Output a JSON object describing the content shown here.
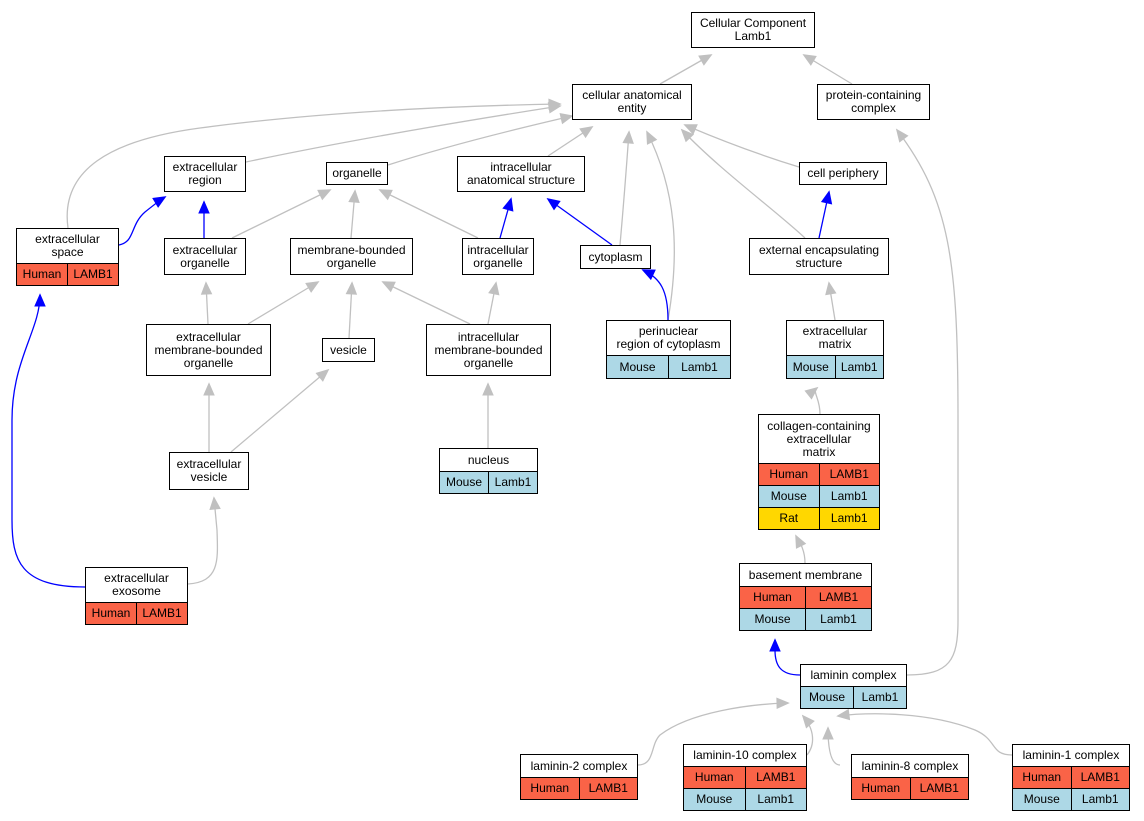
{
  "colors": {
    "edge_gray": "#c0c0c0",
    "edge_blue": "#0000ff",
    "human": "#fa6347",
    "mouse": "#add8e6",
    "rat": "#ffd700"
  },
  "nodes": {
    "root": {
      "title": "Cellular Component\nLamb1",
      "rows": []
    },
    "cae": {
      "title": "cellular anatomical\nentity",
      "rows": []
    },
    "pcc": {
      "title": "protein-containing\ncomplex",
      "rows": []
    },
    "exreg": {
      "title": "extracellular\nregion",
      "rows": []
    },
    "organelle": {
      "title": "organelle",
      "rows": []
    },
    "ias": {
      "title": "intracellular\nanatomical structure",
      "rows": []
    },
    "cellper": {
      "title": "cell periphery",
      "rows": []
    },
    "exspace": {
      "title": "extracellular\nspace",
      "rows": [
        {
          "species": "Human",
          "gene": "LAMB1",
          "color": "human"
        }
      ]
    },
    "exorg": {
      "title": "extracellular\norganelle",
      "rows": []
    },
    "mbo": {
      "title": "membrane-bounded\norganelle",
      "rows": []
    },
    "intorg": {
      "title": "intracellular\norganelle",
      "rows": []
    },
    "cytoplasm": {
      "title": "cytoplasm",
      "rows": []
    },
    "ees": {
      "title": "external encapsulating\nstructure",
      "rows": []
    },
    "exmbo": {
      "title": "extracellular\nmembrane-bounded\norganelle",
      "rows": []
    },
    "vesicle": {
      "title": "vesicle",
      "rows": []
    },
    "intmbo": {
      "title": "intracellular\nmembrane-bounded\norganelle",
      "rows": []
    },
    "perinuc": {
      "title": "perinuclear\nregion of cytoplasm",
      "rows": [
        {
          "species": "Mouse",
          "gene": "Lamb1",
          "color": "mouse"
        }
      ]
    },
    "exmatrix": {
      "title": "extracellular\nmatrix",
      "rows": [
        {
          "species": "Mouse",
          "gene": "Lamb1",
          "color": "mouse"
        }
      ]
    },
    "exves": {
      "title": "extracellular\nvesicle",
      "rows": []
    },
    "nucleus": {
      "title": "nucleus",
      "rows": [
        {
          "species": "Mouse",
          "gene": "Lamb1",
          "color": "mouse"
        }
      ]
    },
    "ccem": {
      "title": "collagen-containing\nextracellular\nmatrix",
      "rows": [
        {
          "species": "Human",
          "gene": "LAMB1",
          "color": "human"
        },
        {
          "species": "Mouse",
          "gene": "Lamb1",
          "color": "mouse"
        },
        {
          "species": "Rat",
          "gene": "Lamb1",
          "color": "rat"
        }
      ]
    },
    "bm": {
      "title": "basement membrane",
      "rows": [
        {
          "species": "Human",
          "gene": "LAMB1",
          "color": "human"
        },
        {
          "species": "Mouse",
          "gene": "Lamb1",
          "color": "mouse"
        }
      ]
    },
    "exosome": {
      "title": "extracellular\nexosome",
      "rows": [
        {
          "species": "Human",
          "gene": "LAMB1",
          "color": "human"
        }
      ]
    },
    "laminin": {
      "title": "laminin complex",
      "rows": [
        {
          "species": "Mouse",
          "gene": "Lamb1",
          "color": "mouse"
        }
      ]
    },
    "lam2": {
      "title": "laminin-2 complex",
      "rows": [
        {
          "species": "Human",
          "gene": "LAMB1",
          "color": "human"
        }
      ]
    },
    "lam10": {
      "title": "laminin-10 complex",
      "rows": [
        {
          "species": "Human",
          "gene": "LAMB1",
          "color": "human"
        },
        {
          "species": "Mouse",
          "gene": "Lamb1",
          "color": "mouse"
        }
      ]
    },
    "lam8": {
      "title": "laminin-8 complex",
      "rows": [
        {
          "species": "Human",
          "gene": "LAMB1",
          "color": "human"
        }
      ]
    },
    "lam1": {
      "title": "laminin-1 complex",
      "rows": [
        {
          "species": "Human",
          "gene": "LAMB1",
          "color": "human"
        },
        {
          "species": "Mouse",
          "gene": "Lamb1",
          "color": "mouse"
        }
      ]
    }
  },
  "edges": [
    {
      "from": "cae",
      "to": "root",
      "kind": "is_a"
    },
    {
      "from": "pcc",
      "to": "root",
      "kind": "is_a"
    },
    {
      "from": "exreg",
      "to": "cae",
      "kind": "is_a"
    },
    {
      "from": "organelle",
      "to": "cae",
      "kind": "is_a"
    },
    {
      "from": "ias",
      "to": "cae",
      "kind": "is_a"
    },
    {
      "from": "cellper",
      "to": "cae",
      "kind": "is_a"
    },
    {
      "from": "exspace",
      "to": "cae",
      "kind": "is_a"
    },
    {
      "from": "cytoplasm",
      "to": "cae",
      "kind": "is_a"
    },
    {
      "from": "perinuc",
      "to": "cae",
      "kind": "is_a"
    },
    {
      "from": "ees",
      "to": "cae",
      "kind": "is_a"
    },
    {
      "from": "exspace",
      "to": "exreg",
      "kind": "part_of"
    },
    {
      "from": "exorg",
      "to": "exreg",
      "kind": "part_of"
    },
    {
      "from": "exorg",
      "to": "organelle",
      "kind": "is_a"
    },
    {
      "from": "mbo",
      "to": "organelle",
      "kind": "is_a"
    },
    {
      "from": "intorg",
      "to": "organelle",
      "kind": "is_a"
    },
    {
      "from": "intorg",
      "to": "ias",
      "kind": "part_of"
    },
    {
      "from": "cytoplasm",
      "to": "ias",
      "kind": "part_of"
    },
    {
      "from": "ees",
      "to": "cellper",
      "kind": "part_of"
    },
    {
      "from": "exmbo",
      "to": "exorg",
      "kind": "is_a"
    },
    {
      "from": "exmbo",
      "to": "mbo",
      "kind": "is_a"
    },
    {
      "from": "vesicle",
      "to": "mbo",
      "kind": "is_a"
    },
    {
      "from": "intmbo",
      "to": "mbo",
      "kind": "is_a"
    },
    {
      "from": "intmbo",
      "to": "intorg",
      "kind": "is_a"
    },
    {
      "from": "perinuc",
      "to": "cytoplasm",
      "kind": "part_of"
    },
    {
      "from": "exmatrix",
      "to": "ees",
      "kind": "is_a"
    },
    {
      "from": "exves",
      "to": "exmbo",
      "kind": "is_a"
    },
    {
      "from": "exves",
      "to": "vesicle",
      "kind": "is_a"
    },
    {
      "from": "nucleus",
      "to": "intmbo",
      "kind": "is_a"
    },
    {
      "from": "ccem",
      "to": "exmatrix",
      "kind": "is_a"
    },
    {
      "from": "exosome",
      "to": "exves",
      "kind": "is_a"
    },
    {
      "from": "exosome",
      "to": "exspace",
      "kind": "part_of"
    },
    {
      "from": "bm",
      "to": "ccem",
      "kind": "is_a"
    },
    {
      "from": "laminin",
      "to": "bm",
      "kind": "part_of"
    },
    {
      "from": "laminin",
      "to": "pcc",
      "kind": "is_a"
    },
    {
      "from": "lam2",
      "to": "laminin",
      "kind": "is_a"
    },
    {
      "from": "lam10",
      "to": "laminin",
      "kind": "is_a"
    },
    {
      "from": "lam8",
      "to": "laminin",
      "kind": "is_a"
    },
    {
      "from": "lam1",
      "to": "laminin",
      "kind": "is_a"
    }
  ]
}
